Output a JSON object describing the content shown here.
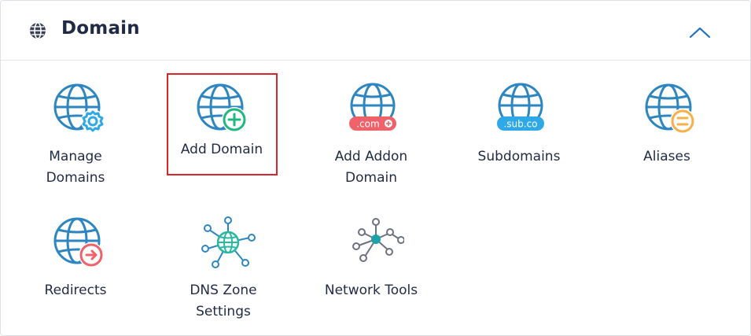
{
  "panel": {
    "title": "Domain",
    "header_icon": "globe-icon",
    "collapse_icon": "chevron-up-icon"
  },
  "colors": {
    "globe_blue": "#2e86c1",
    "add_green": "#1fb87e",
    "com_red": "#f0626a",
    "subco_blue": "#2ea8e6",
    "alias_orange": "#f5b04a",
    "redirect_red": "#f0626a",
    "dns_teal": "#2bb8a3",
    "network_teal": "#1ba3a8",
    "selection_red": "#d9242a"
  },
  "tools": [
    {
      "id": "manage-domains",
      "label": "Manage\nDomains",
      "icon": "globe-gear-icon"
    },
    {
      "id": "add-domain",
      "label": "Add Domain",
      "icon": "globe-plus-icon",
      "selected": true
    },
    {
      "id": "add-addon-domain",
      "label": "Add Addon\nDomain",
      "icon": "globe-com-icon",
      "badge": ".com"
    },
    {
      "id": "subdomains",
      "label": "Subdomains",
      "icon": "globe-subco-icon",
      "badge": ".sub.co"
    },
    {
      "id": "aliases",
      "label": "Aliases",
      "icon": "globe-equals-icon"
    },
    {
      "id": "redirects",
      "label": "Redirects",
      "icon": "globe-arrow-icon"
    },
    {
      "id": "dns-zone-settings",
      "label": "DNS Zone\nSettings",
      "icon": "dns-network-icon"
    },
    {
      "id": "network-tools",
      "label": "Network Tools",
      "icon": "network-nodes-icon"
    }
  ]
}
